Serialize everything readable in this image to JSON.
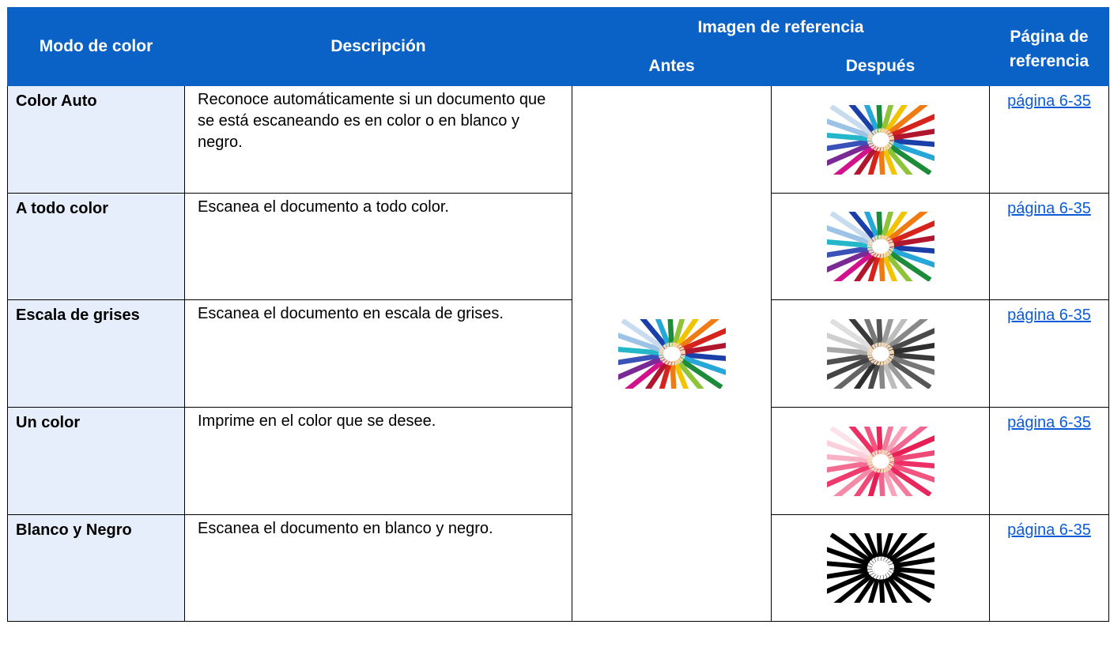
{
  "headers": {
    "mode": "Modo de color",
    "description": "Descripción",
    "reference_image": "Imagen de referencia",
    "before": "Antes",
    "after": "Después",
    "reference_page": "Página de referencia"
  },
  "rows": [
    {
      "mode": "Color Auto",
      "description": "Reconoce automáticamente si un documento que se está escaneando es en color o en blanco y negro.",
      "after_image": "color-pencils",
      "link": "página 6-35"
    },
    {
      "mode": "A todo color",
      "description": "Escanea el documento a todo color.",
      "after_image": "color-pencils",
      "link": "página 6-35"
    },
    {
      "mode": "Escala de grises",
      "description": "Escanea el documento en escala de grises.",
      "after_image": "grayscale-pencils",
      "link": "página 6-35"
    },
    {
      "mode": "Un color",
      "description": "Imprime en el color que se desee.",
      "after_image": "pink-pencils",
      "link": "página 6-35"
    },
    {
      "mode": "Blanco y Negro",
      "description": "Escanea el documento en blanco y negro.",
      "after_image": "black-white-pencils",
      "link": "página 6-35"
    }
  ],
  "before_image": "color-pencils",
  "colors": {
    "header_bg": "#0a62c6",
    "mode_cell_bg": "#e6eefc",
    "link": "#0c5bd9",
    "palette_color": [
      "#1b3fa8",
      "#26a7d8",
      "#1d8c3a",
      "#8fc43a",
      "#f2c300",
      "#f07b12",
      "#d6241c",
      "#b0162e",
      "#d1128a",
      "#7a2a95",
      "#3a52b8",
      "#24b6c9",
      "#9cc3e6",
      "#c9dbef"
    ],
    "palette_gray": [
      "#3a3a3a",
      "#777777",
      "#555555",
      "#9a9a9a",
      "#bdbdbd",
      "#888888",
      "#4a4a4a",
      "#2e2e2e",
      "#666666",
      "#444444",
      "#505050",
      "#a8a8a8",
      "#cfcfcf",
      "#dedede"
    ],
    "palette_pink": [
      "#ec2f64",
      "#f25580",
      "#e8275c",
      "#f47a9b",
      "#f9a3bb",
      "#f06690",
      "#e61f55",
      "#ef4a77",
      "#f58aa8",
      "#ee3a6c",
      "#f36c92",
      "#f8b2c6",
      "#fbd0dc",
      "#fde2ea"
    ],
    "palette_bw": [
      "#000000",
      "#000000",
      "#000000",
      "#000000",
      "#000000",
      "#000000",
      "#000000",
      "#000000",
      "#000000",
      "#000000",
      "#000000",
      "#000000",
      "#000000",
      "#000000"
    ]
  }
}
